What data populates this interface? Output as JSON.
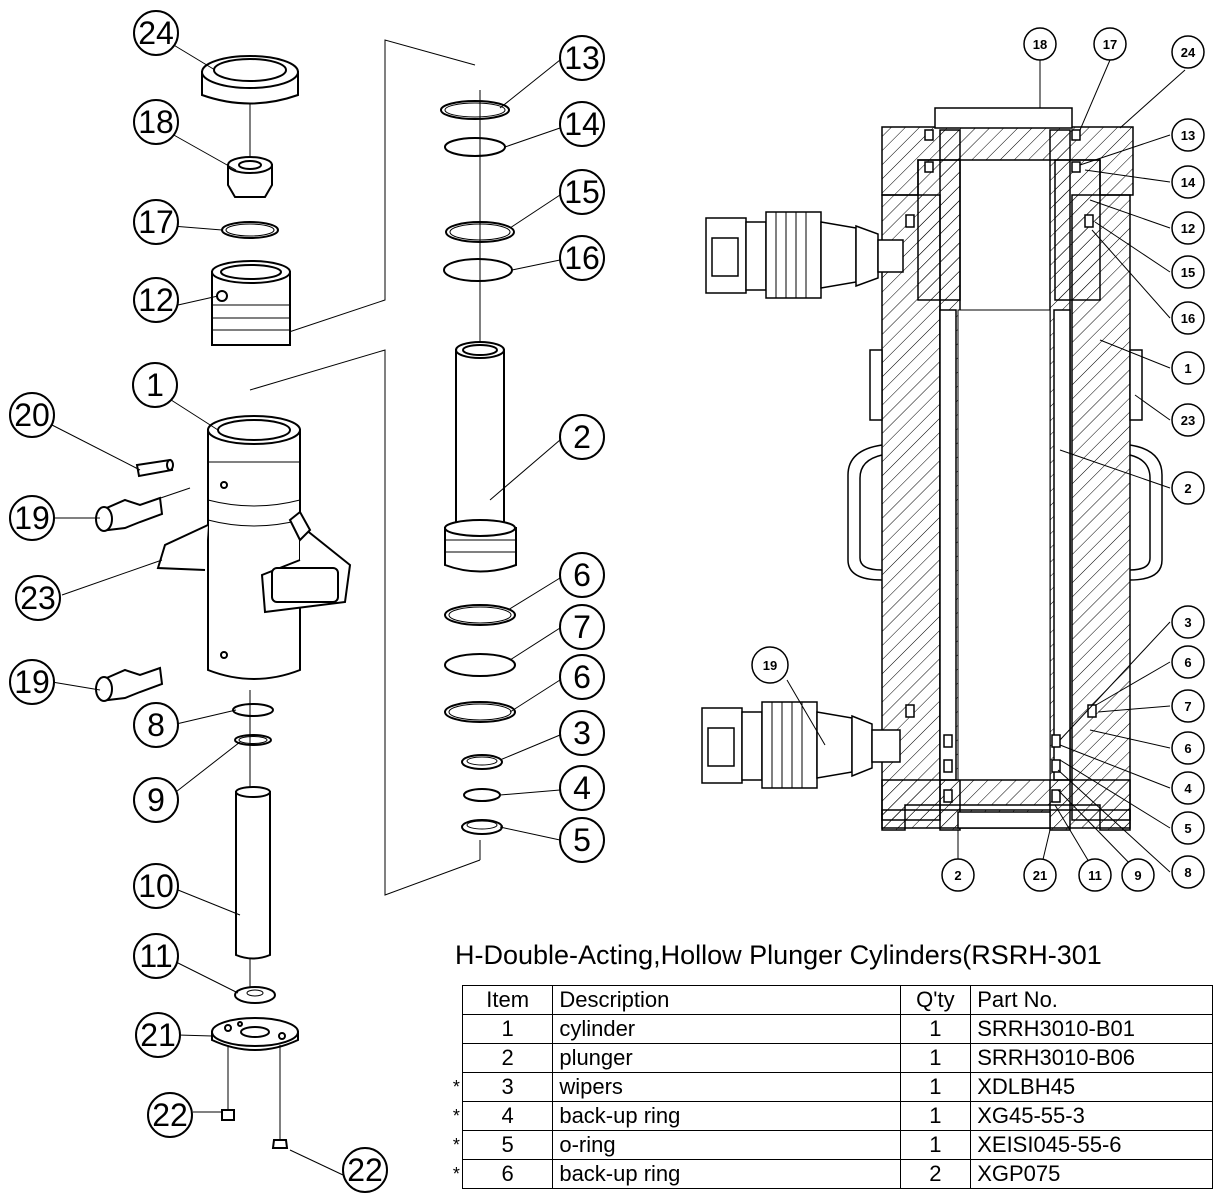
{
  "exploded_callouts": [
    "24",
    "18",
    "17",
    "12",
    "1",
    "20",
    "19",
    "23",
    "19",
    "8",
    "9",
    "10",
    "11",
    "21",
    "22",
    "22",
    "13",
    "14",
    "15",
    "16",
    "2",
    "6",
    "7",
    "6",
    "3",
    "4",
    "5"
  ],
  "section_callouts": [
    "18",
    "17",
    "24",
    "13",
    "14",
    "12",
    "15",
    "16",
    "1",
    "23",
    "2",
    "19",
    "3",
    "6",
    "7",
    "6",
    "4",
    "5",
    "8",
    "2",
    "21",
    "11",
    "9"
  ],
  "table_title": "H-Double-Acting,Hollow Plunger Cylinders(RSRH-301",
  "table_headers": {
    "item": "Item",
    "description": "Description",
    "qty": "Q'ty",
    "part_no": "Part  No."
  },
  "table_rows": [
    {
      "star": "",
      "item": "1",
      "description": "cylinder",
      "qty": "1",
      "part_no": "SRRH3010-B01"
    },
    {
      "star": "",
      "item": "2",
      "description": "plunger",
      "qty": "1",
      "part_no": "SRRH3010-B06"
    },
    {
      "star": "*",
      "item": "3",
      "description": "wipers",
      "qty": "1",
      "part_no": "XDLBH45"
    },
    {
      "star": "*",
      "item": "4",
      "description": "back-up ring",
      "qty": "1",
      "part_no": "XG45-55-3"
    },
    {
      "star": "*",
      "item": "5",
      "description": "o-ring",
      "qty": "1",
      "part_no": "XEISI045-55-6"
    },
    {
      "star": "*",
      "item": "6",
      "description": "back-up ring",
      "qty": "2",
      "part_no": "XGP075"
    }
  ]
}
